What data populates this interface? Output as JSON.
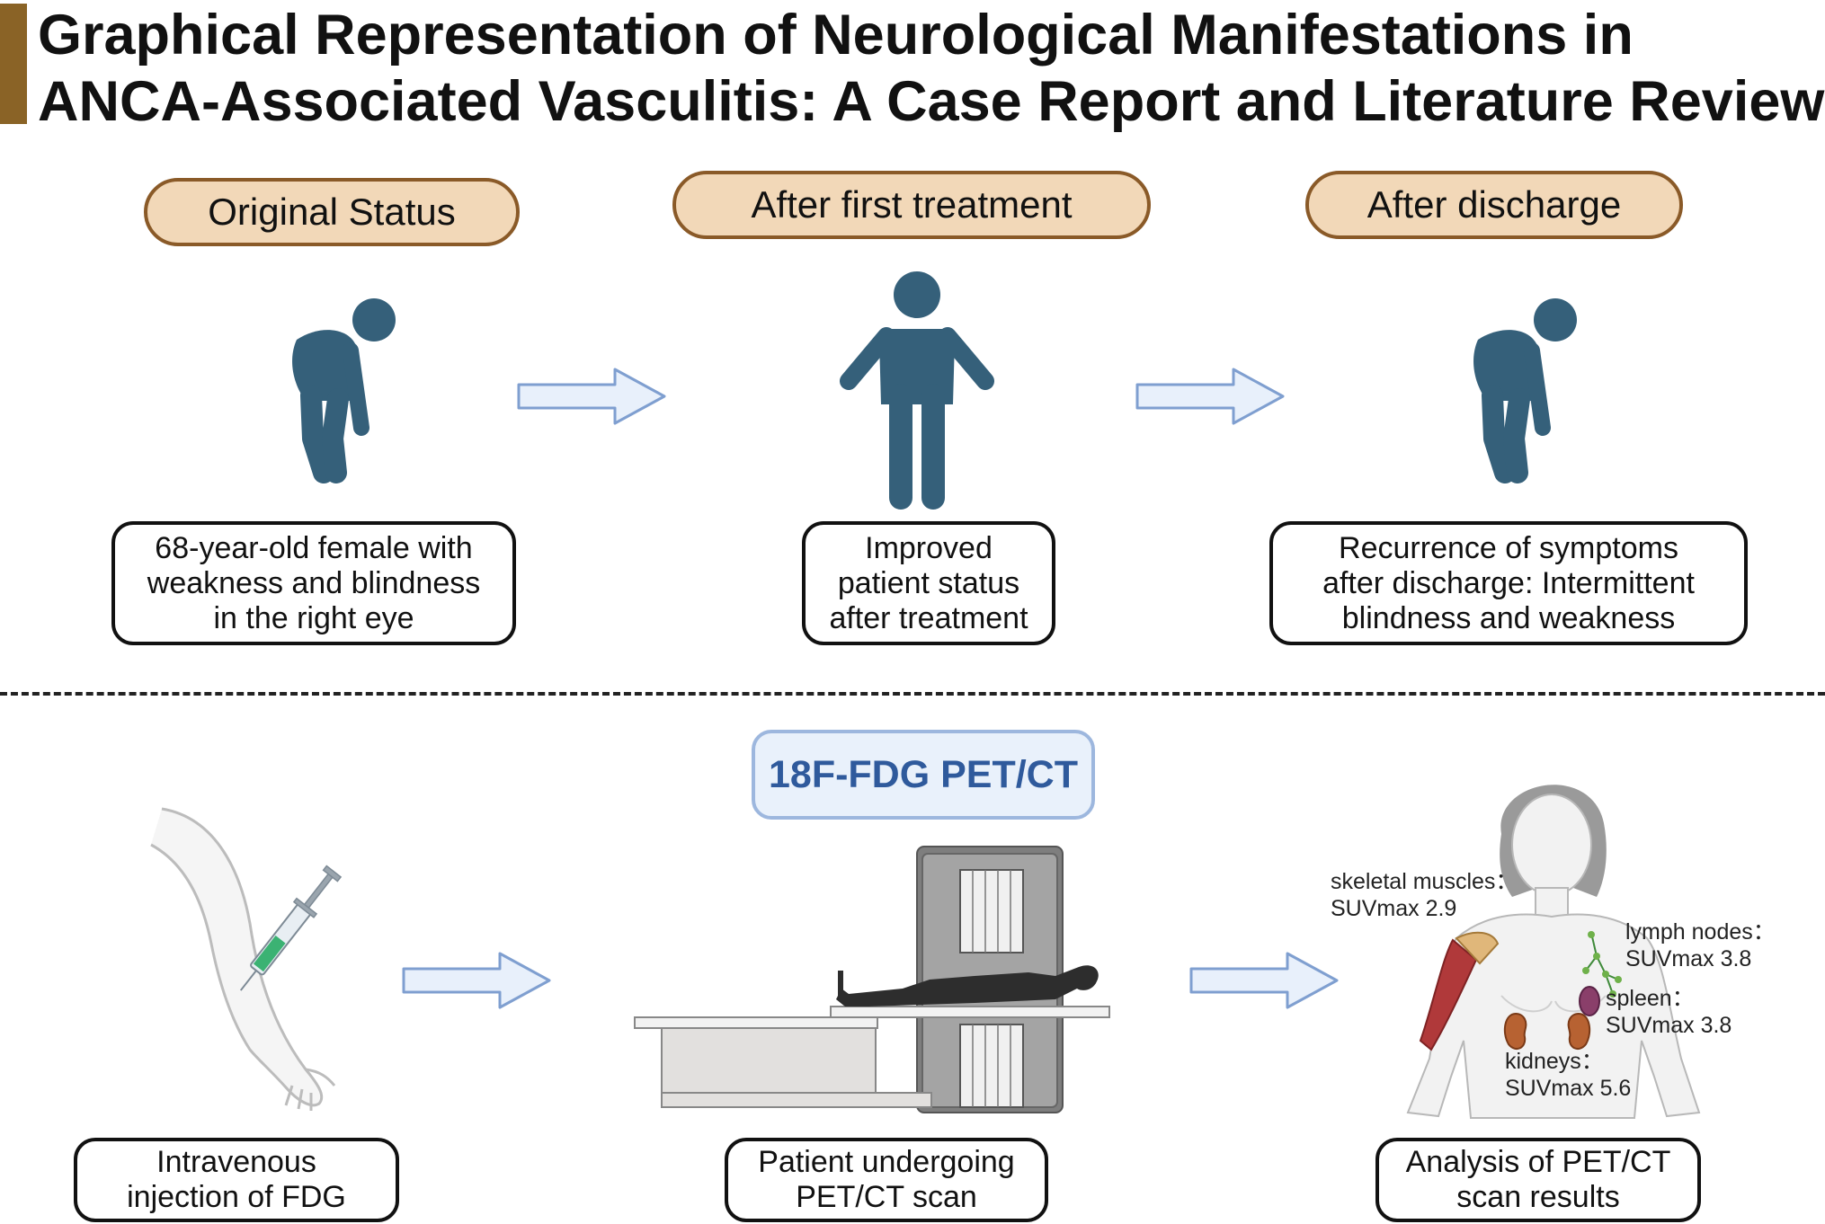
{
  "title": {
    "line1": "Graphical Representation of Neurological Manifestations in",
    "line2": "ANCA-Associated Vasculitis: A Case Report and Literature Review"
  },
  "stages": [
    {
      "label": "Original Status",
      "lines": [
        "68-year-old female with",
        "weakness and blindness",
        "in the right eye"
      ]
    },
    {
      "label": "After first treatment",
      "lines": [
        "Improved",
        "patient status",
        "after treatment"
      ]
    },
    {
      "label": "After discharge",
      "lines": [
        "Recurrence of symptoms",
        "after discharge: Intermittent",
        "blindness and weakness"
      ]
    }
  ],
  "pet": {
    "title": "18F-FDG PET/CT",
    "steps": [
      {
        "lines": [
          "Intravenous",
          "injection of FDG"
        ]
      },
      {
        "lines": [
          "Patient undergoing",
          "PET/CT scan"
        ]
      },
      {
        "lines": [
          "Analysis of PET/CT",
          "scan results"
        ]
      }
    ],
    "findings": [
      {
        "name": "skeletal muscles",
        "value": "SUVmax 2.9"
      },
      {
        "name": "lymph nodes",
        "value": "SUVmax 3.8"
      },
      {
        "name": "spleen",
        "value": "SUVmax 3.8"
      },
      {
        "name": "kidneys",
        "value": "SUVmax 5.6"
      }
    ]
  },
  "colors": {
    "accent_bar": "#8a6326",
    "pill_fill": "#f2d8b8",
    "pill_border": "#8a5a28",
    "figure": "#35607a",
    "arrow_fill": "#e8f0fb",
    "arrow_stroke": "#7f9fd0",
    "pet_title": "#2f5a9c"
  }
}
